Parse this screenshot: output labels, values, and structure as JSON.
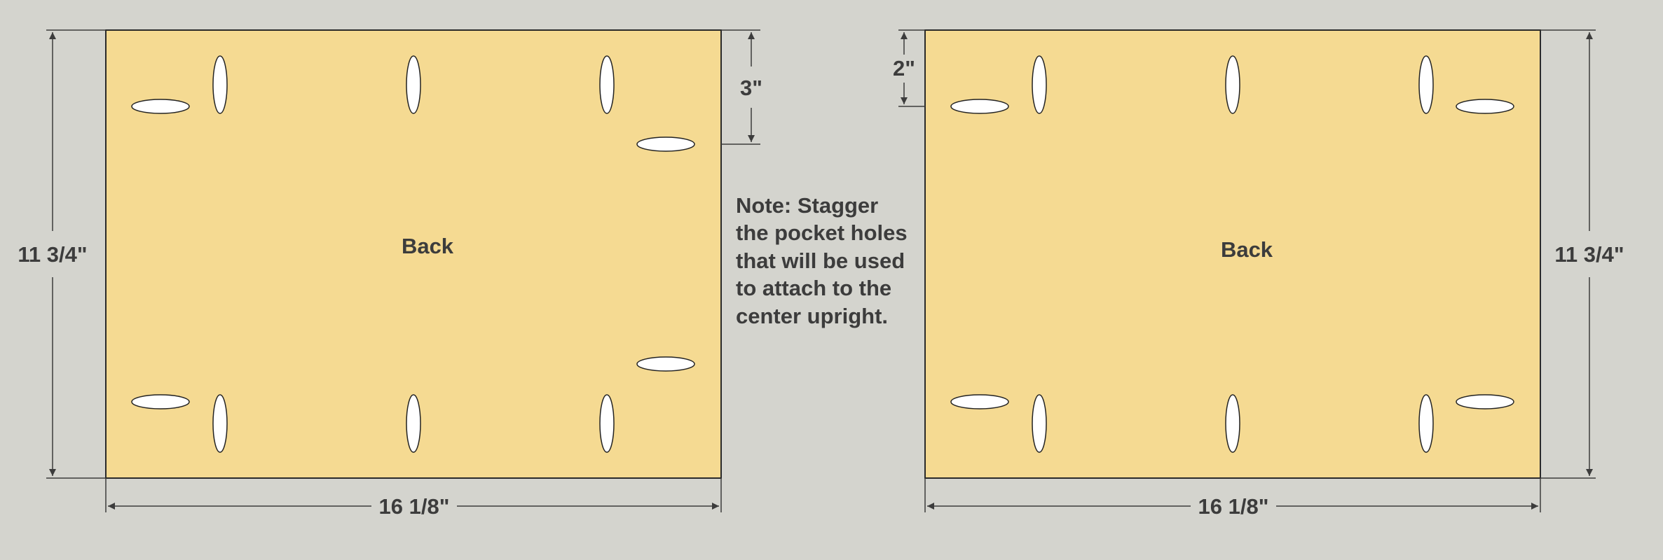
{
  "colors": {
    "background": "#d4d4ce",
    "panel_fill": "#f5da92",
    "panel_stroke": "#2a2a2a",
    "hole_fill": "#ffffff",
    "dimension_line": "#3c3c3c",
    "text": "#3c3c3c"
  },
  "left_panel": {
    "label": "Back",
    "width_dim": "16 1/8\"",
    "height_dim": "11 3/4\"",
    "offset_dim": "3\""
  },
  "right_panel": {
    "label": "Back",
    "width_dim": "16 1/8\"",
    "height_dim": "11 3/4\"",
    "offset_dim": "2\""
  },
  "note": {
    "lines": [
      "Note: Stagger",
      "the pocket holes",
      "that will be used",
      "to attach to the",
      "center upright."
    ]
  }
}
